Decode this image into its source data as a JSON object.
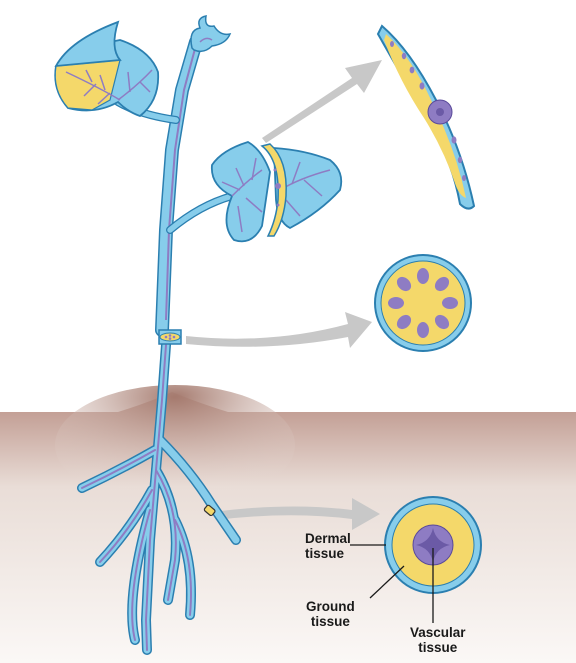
{
  "labels": {
    "dermal": [
      "Dermal",
      "tissue"
    ],
    "ground": [
      "Ground",
      "tissue"
    ],
    "vascular": [
      "Vascular",
      "tissue"
    ]
  },
  "colors": {
    "dermal_tissue": "#87cdeb",
    "ground_tissue": "#f4d86a",
    "vascular_tissue": "#8e7cc3",
    "outline": "#2b7fb0",
    "soil": "#c9a99e",
    "arrow": "#c8c8c8"
  }
}
